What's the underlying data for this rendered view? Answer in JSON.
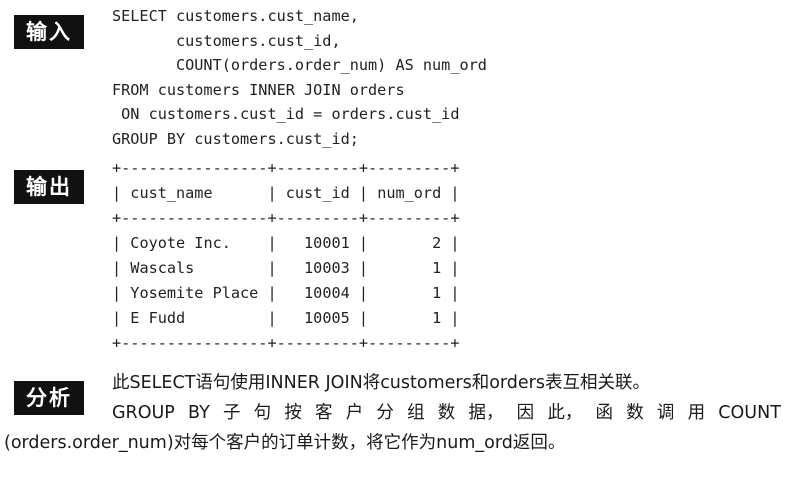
{
  "labels": {
    "input": "输入",
    "output": "输出",
    "analysis": "分析"
  },
  "code": [
    "SELECT customers.cust_name,",
    "       customers.cust_id,",
    "       COUNT(orders.order_num) AS num_ord",
    "FROM customers INNER JOIN orders",
    " ON customers.cust_id = orders.cust_id",
    "GROUP BY customers.cust_id;"
  ],
  "result": {
    "border": "+----------------+---------+---------+",
    "headers": [
      "cust_name",
      "cust_id",
      "num_ord"
    ],
    "rows": [
      [
        "Coyote Inc.",
        "10001",
        "2"
      ],
      [
        "Wascals",
        "10003",
        "1"
      ],
      [
        "Yosemite Place",
        "10004",
        "1"
      ],
      [
        "E Fudd",
        "10005",
        "1"
      ]
    ]
  },
  "analysis": {
    "line1": "此SELECT语句使用INNER JOIN将customers和orders表互相关联。",
    "line2_words": [
      "GROUP",
      "BY",
      "子",
      "句",
      "按",
      "客",
      "户",
      "分",
      "组",
      "数",
      "据，",
      "因",
      "此，",
      "函",
      "数",
      "调",
      "用",
      "COUNT"
    ],
    "line3": "(orders.order_num)对每个客户的订单计数，将它作为num_ord返回。"
  }
}
